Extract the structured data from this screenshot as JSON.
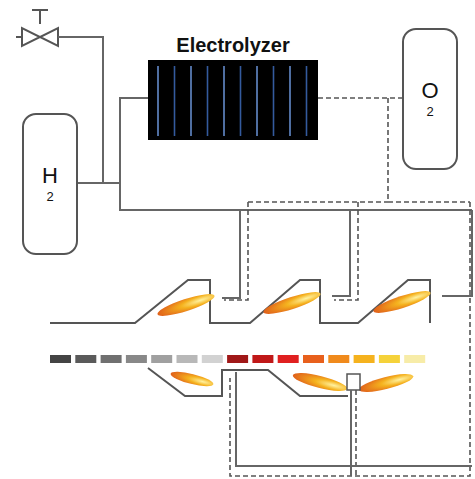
{
  "diagram": {
    "nodes": [
      {
        "text": [
          "Electrolyzer"
        ]
      },
      {
        "text": [
          "H",
          "2"
        ]
      },
      {
        "text": [
          "O",
          "2"
        ]
      }
    ],
    "edges": [
      {
        "from": 1,
        "to": 0,
        "arrow": "none"
      },
      {
        "from": 0,
        "to": 2,
        "arrow": "none"
      }
    ]
  }
}
